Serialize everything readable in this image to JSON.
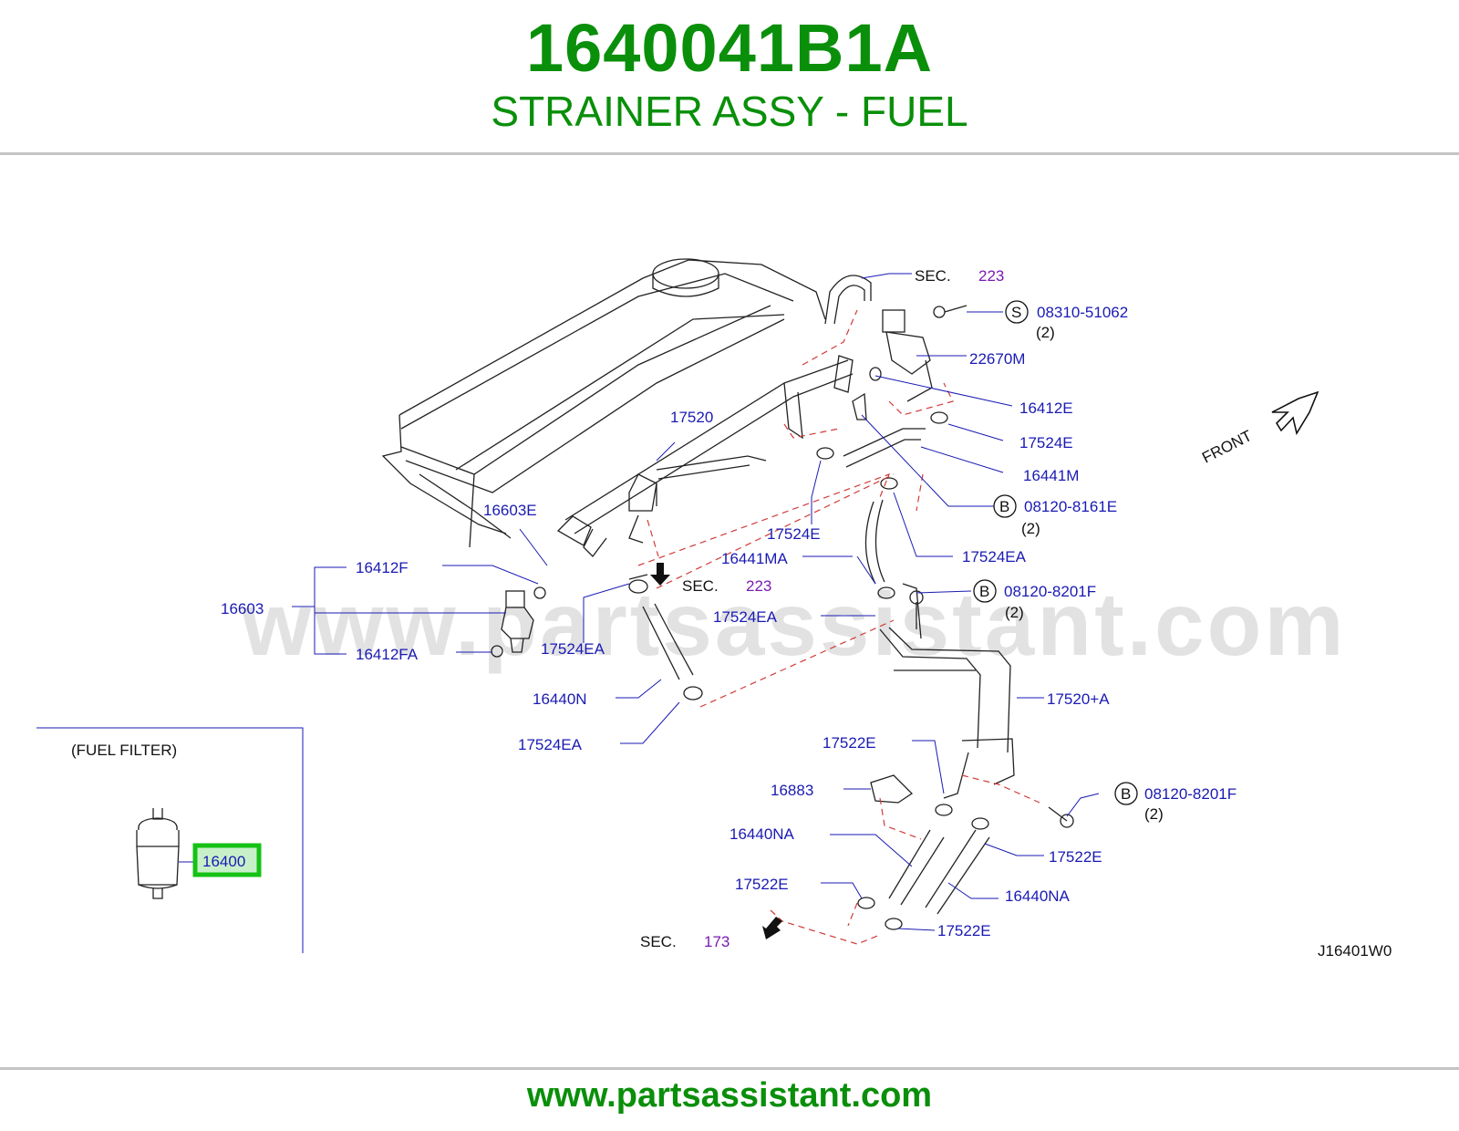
{
  "header": {
    "part_number": "1640041B1A",
    "part_name": "STRAINER ASSY - FUEL"
  },
  "watermark": "www.partsassistant.com",
  "footer": {
    "url": "www.partsassistant.com"
  },
  "diagram": {
    "ref_code": "J16401W0",
    "inset_title": "(FUEL   FILTER)",
    "highlight_part": "16400",
    "front_label": "FRONT",
    "sec_label": "SEC.",
    "sec_refs": [
      "223",
      "223",
      "173"
    ],
    "labels": {
      "l17520": "17520",
      "l16603E": "16603E",
      "l16412F": "16412F",
      "l16603": "16603",
      "l16412FA": "16412FA",
      "l17524EA_a": "17524EA",
      "l16440N": "16440N",
      "l17524EA_b": "17524EA",
      "l08310": "08310-51062",
      "l22670M": "22670M",
      "l16412E": "16412E",
      "l17524E_a": "17524E",
      "l16441M": "16441M",
      "l08120_8161E": "08120-8161E",
      "l17524E_b": "17524E",
      "l16441MA": "16441MA",
      "l17524EA_c": "17524EA",
      "l08120_8201F_a": "08120-8201F",
      "l17524EA_d": "17524EA",
      "l17520A": "17520+A",
      "l17522E_a": "17522E",
      "l16883": "16883",
      "l08120_8201F_b": "08120-8201F",
      "l16440NA_a": "16440NA",
      "l17522E_b": "17522E",
      "l16440NA_b": "16440NA",
      "l17522E_c": "17522E",
      "l17522E_d": "17522E"
    },
    "qty": [
      "(2)",
      "(2)",
      "(2)",
      "(2)"
    ],
    "circle_markers": [
      "S",
      "B",
      "B",
      "B"
    ]
  }
}
